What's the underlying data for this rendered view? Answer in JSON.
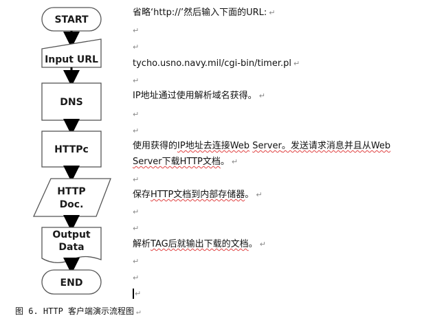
{
  "flowchart": {
    "nodes": [
      {
        "id": "start",
        "shape": "terminal",
        "label": "START"
      },
      {
        "id": "input_url",
        "shape": "manual-input",
        "label": "Input URL"
      },
      {
        "id": "dns",
        "shape": "process",
        "label": "DNS"
      },
      {
        "id": "httpc",
        "shape": "process",
        "label": "HTTPc"
      },
      {
        "id": "http_doc",
        "shape": "data",
        "label_line1": "HTTP",
        "label_line2": "Doc."
      },
      {
        "id": "output_data",
        "shape": "document",
        "label_line1": "Output",
        "label_line2": "Data"
      },
      {
        "id": "end",
        "shape": "terminal",
        "label": "END"
      }
    ]
  },
  "document": {
    "paragraph_mark": "↵",
    "lines": [
      {
        "text": "省略‘http://’然后输入下面的URL:"
      },
      {
        "text": "tycho.usno.navy.mil/cgi-bin/timer.pl"
      },
      {
        "text": "IP地址通过使用解析域名获得。"
      },
      {
        "text_a": "使用获得的",
        "text_b": "IP地址去连接Web",
        "text_c": " ",
        "text_d": "Server",
        "text_e": "。发送请求消息并且从Web"
      },
      {
        "text": "Server下载HTTP文档",
        "tail": "。"
      },
      {
        "text_a": "保存",
        "text_b": "HTTP文档到内部存储器",
        "text_c": "。"
      },
      {
        "text_a": "解析",
        "text_b": "TAG后就输出下载的文档",
        "text_c": "。"
      }
    ]
  },
  "caption": "图 6. HTTP 客户端演示流程图"
}
